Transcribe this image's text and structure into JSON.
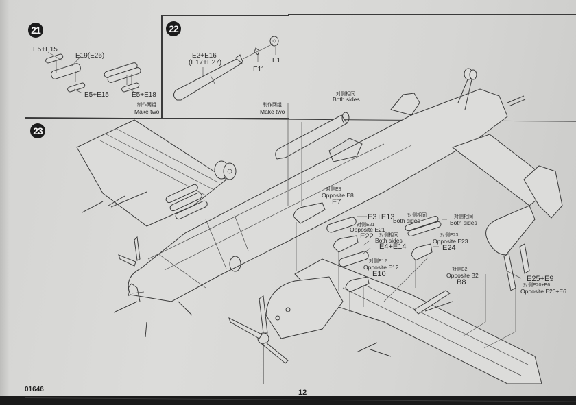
{
  "document": {
    "product_code": "01646",
    "page_number": "12"
  },
  "steps": [
    {
      "number": "21",
      "labels": {
        "top_left": "E5+E15",
        "center": "E19(E26)",
        "bottom_left": "E5+E15",
        "bottom_right": "E5+E18"
      },
      "note_cn": "制作两组",
      "note_en": "Make two"
    },
    {
      "number": "22",
      "labels": {
        "torpedo": "E2+E16",
        "torpedo_alt": "(E17+E27)",
        "fin": "E11",
        "prop": "E1"
      },
      "note_cn": "制作两组",
      "note_en": "Make two"
    },
    {
      "number": "23",
      "callouts": [
        {
          "cn": "对侧相同",
          "en": "Both sides",
          "part": ""
        },
        {
          "cn": "对侧E8",
          "en": "Opposite E8",
          "part": "E7"
        },
        {
          "cn": "",
          "en": "",
          "part": "E3+E13"
        },
        {
          "cn": "对侧相同",
          "en": "Both sides",
          "part": ""
        },
        {
          "cn": "对侧E21",
          "en": "Opposite E21",
          "part": "E22"
        },
        {
          "cn": "对侧相同",
          "en": "Both sides",
          "part": "E4+E14"
        },
        {
          "cn": "对侧E12",
          "en": "Opposite E12",
          "part": "E10"
        },
        {
          "cn": "对侧相同",
          "en": "Both sides",
          "part": ""
        },
        {
          "cn": "对侧E23",
          "en": "Opposite E23",
          "part": "E24"
        },
        {
          "cn": "对侧B2",
          "en": "Opposite B2",
          "part": "B8"
        },
        {
          "cn": "对侧E20+E6",
          "en": "Opposite E20+E6",
          "part": "E25+E9"
        }
      ]
    }
  ]
}
